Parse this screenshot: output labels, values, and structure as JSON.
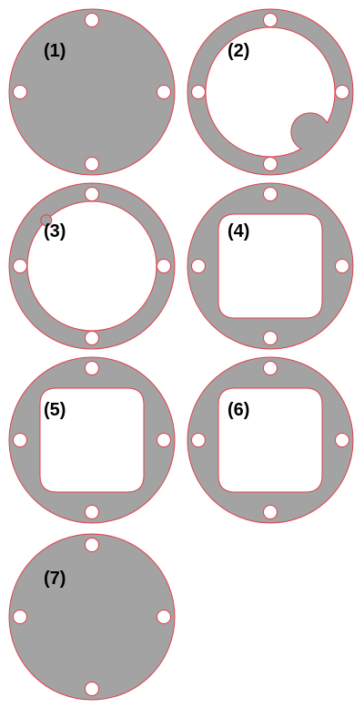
{
  "colors": {
    "gasket_fill": "#a3a3a3",
    "outline": "#e0404a",
    "hole_fill": "#ffffff",
    "label": "#000000"
  },
  "parts": [
    {
      "label": "(1)",
      "cutout": "none",
      "notch": false,
      "tab": false
    },
    {
      "label": "(2)",
      "cutout": "circle",
      "notch": true,
      "tab": false
    },
    {
      "label": "(3)",
      "cutout": "circle",
      "notch": false,
      "tab": true
    },
    {
      "label": "(4)",
      "cutout": "rounded-square",
      "notch": false,
      "tab": false
    },
    {
      "label": "(5)",
      "cutout": "rounded-square",
      "notch": false,
      "tab": false
    },
    {
      "label": "(6)",
      "cutout": "rounded-square",
      "notch": false,
      "tab": false
    },
    {
      "label": "(7)",
      "cutout": "none",
      "notch": false,
      "tab": false
    }
  ]
}
